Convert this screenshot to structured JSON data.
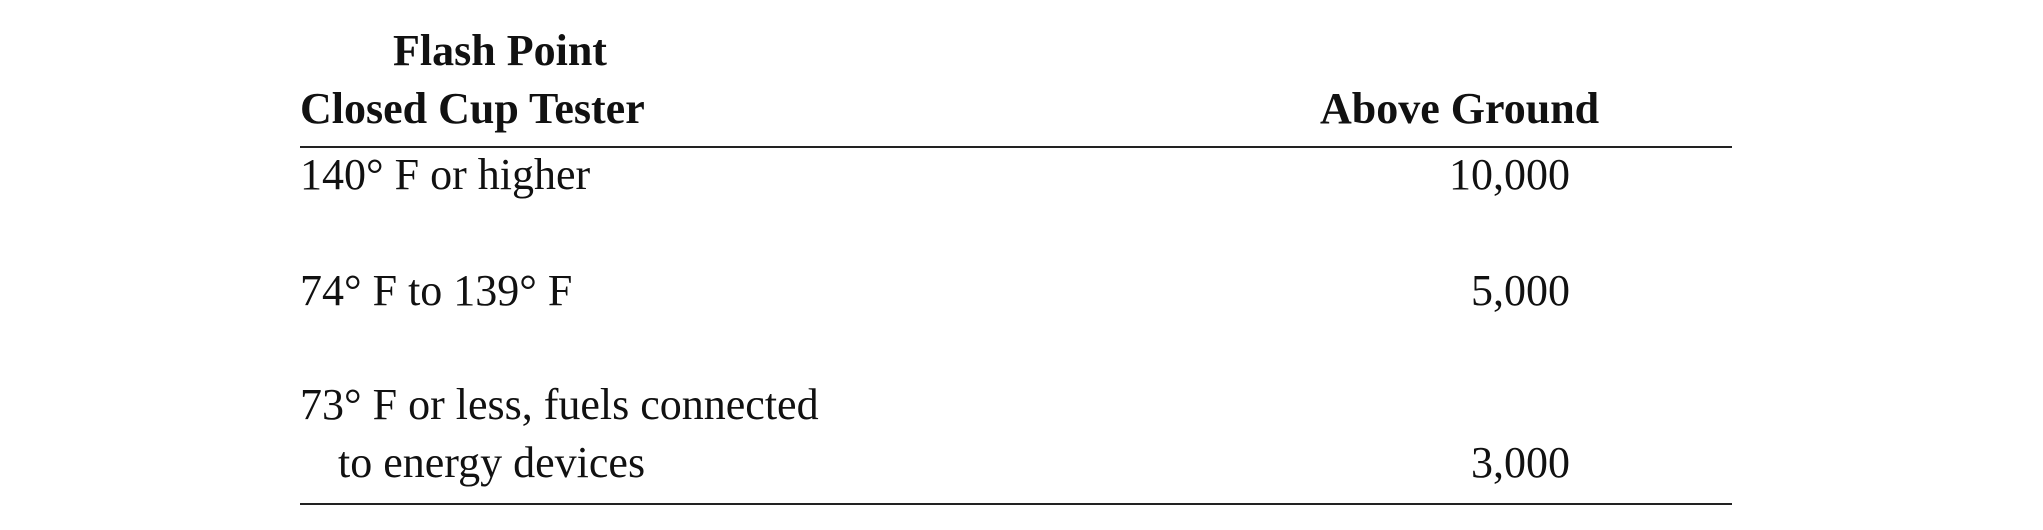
{
  "table": {
    "header": {
      "col1_line1": "Flash Point",
      "col1_line2": "Closed Cup Tester",
      "col2": "Above Ground"
    },
    "rows": [
      {
        "label_line1": "140° F or higher",
        "label_line2": "",
        "value": "10,000"
      },
      {
        "label_line1": "74° F to 139° F",
        "label_line2": "",
        "value": "5,000"
      },
      {
        "label_line1": "73° F or less, fuels connected",
        "label_line2": "to energy devices",
        "value": "3,000"
      }
    ]
  }
}
